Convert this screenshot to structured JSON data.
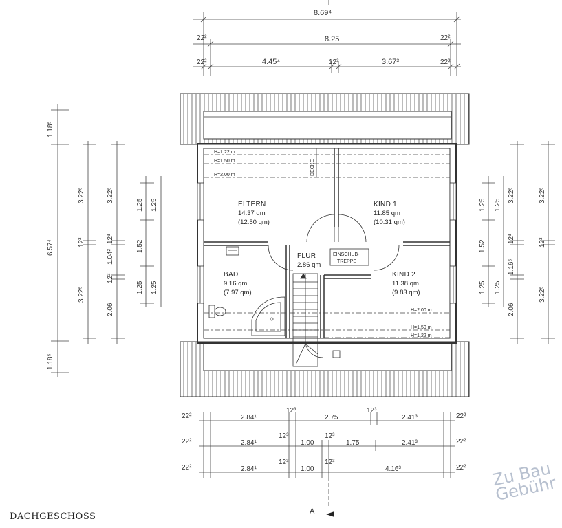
{
  "title": "DACHGESCHOSS",
  "stamp": {
    "line1": "Zu Bau",
    "line2": "Gebühr"
  },
  "section_marker": "A",
  "rooms": [
    {
      "name": "ELTERN",
      "area": "14.37 qm",
      "area2": "(12.50 qm)"
    },
    {
      "name": "KIND 1",
      "area": "11.85 qm",
      "area2": "(10.31 qm)"
    },
    {
      "name": "FLUR",
      "area": "2.86 qm"
    },
    {
      "name": "BAD",
      "area": "9.16 qm",
      "area2": "(7.97 qm)"
    },
    {
      "name": "KIND 2",
      "area": "11.38 qm",
      "area2": "(9.83 qm)"
    }
  ],
  "labels": {
    "stair1": "EINSCHUB-",
    "stair2": "TREPPE",
    "decke": "DECKE",
    "h122a": "H=1.22 m",
    "h150a": "H=1.50 m",
    "h200a": "H=2.00 m",
    "h200b": "H=2.00 m",
    "h150b": "H=1.50 m",
    "h122b": "H=1.22 m"
  },
  "top_dims": {
    "r1": [
      "8.69⁴"
    ],
    "r2": [
      "22²",
      "8.25",
      "22²"
    ],
    "r3": [
      "22²",
      "4.45⁴",
      "12³",
      "3.67³",
      "22²"
    ]
  },
  "bottom_dims": {
    "r1": [
      "22²",
      "2.84¹",
      "12³",
      "2.75",
      "12³",
      "2.41³",
      "22²"
    ],
    "r2": [
      "22²",
      "2.84¹",
      "12³",
      "1.00",
      "12³",
      "1.75",
      "2.41³",
      "22²"
    ],
    "r3": [
      "22²",
      "2.84¹",
      "12³",
      "1.00",
      "12³",
      "4.16³",
      "22²"
    ]
  },
  "left_dims": {
    "c1": [
      "1.18⁵",
      "6.57⁴",
      "1.18⁵"
    ],
    "c2": [
      "3.22⁶",
      "12³",
      "3.22⁵"
    ],
    "c3": [
      "3.22⁶",
      "12³",
      "1.04²",
      "12³",
      "2.06"
    ],
    "c4": [
      "1.25",
      "1.52",
      "1.25"
    ],
    "c5": [
      "1.25",
      "1.25"
    ]
  },
  "right_dims": {
    "c1": [
      "1.25",
      "1.52",
      "1.25"
    ],
    "c2": [
      "1.25",
      "1.25"
    ],
    "c3": [
      "3.22⁶",
      "12³",
      "1.16⁵",
      "2.06"
    ],
    "c4": [
      "3.22⁶",
      "12³",
      "3.22⁵"
    ]
  }
}
